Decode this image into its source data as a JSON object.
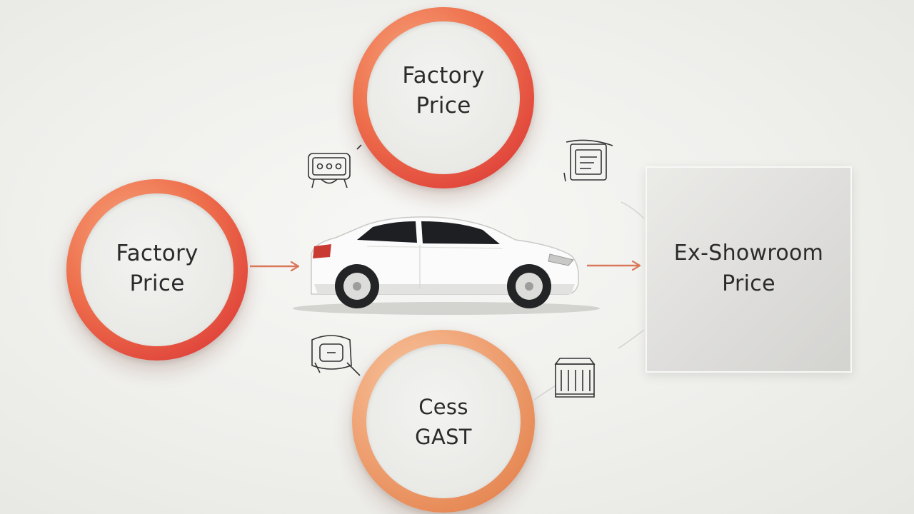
{
  "nodes": {
    "top": {
      "label": "Factory\nPrice"
    },
    "left": {
      "label": "Factory\nPrice"
    },
    "bottom": {
      "label": "Cess\nGAST"
    },
    "result": {
      "label": "Ex-Showroom\nPrice"
    }
  },
  "icons": [
    "machine-icon",
    "document-icon",
    "tax-bag-icon",
    "building-icon",
    "car-icon"
  ],
  "colors": {
    "ring_red": "#e4503f",
    "ring_orange": "#e68b58",
    "arrow": "#d97858",
    "text": "#2b2b2b"
  }
}
